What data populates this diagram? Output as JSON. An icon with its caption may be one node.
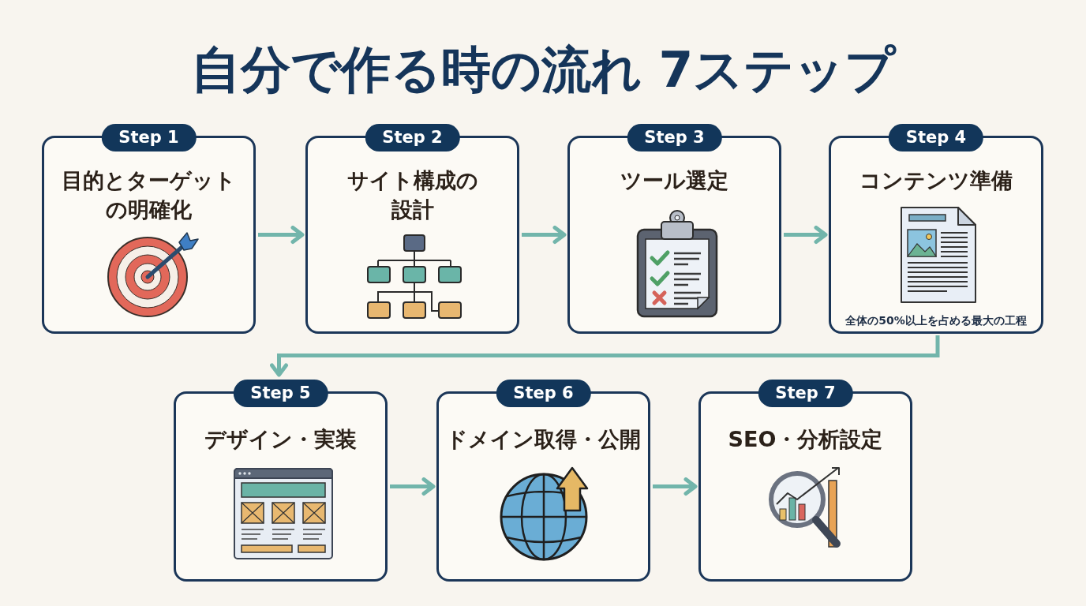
{
  "diagram": {
    "title": "自分で作る時の流れ 7ステップ",
    "nodes": [
      {
        "text": [
          "Step 1",
          "目的とターゲットの明確化"
        ]
      },
      {
        "text": [
          "Step 2",
          "サイト構成の設計"
        ]
      },
      {
        "text": [
          "Step 3",
          "ツール選定"
        ]
      },
      {
        "text": [
          "Step 4",
          "コンテンツ準備",
          "全体の50%以上を占める最大の工程"
        ]
      },
      {
        "text": [
          "Step 5",
          "デザイン・実装"
        ]
      },
      {
        "text": [
          "Step 6",
          "ドメイン取得・公開"
        ]
      },
      {
        "text": [
          "Step 7",
          "SEO・分析設定"
        ]
      }
    ],
    "edges": [
      {
        "from": 0,
        "to": 1,
        "arrow": "to"
      },
      {
        "from": 1,
        "to": 2,
        "arrow": "to"
      },
      {
        "from": 2,
        "to": 3,
        "arrow": "to"
      },
      {
        "from": 3,
        "to": 4,
        "arrow": "to"
      },
      {
        "from": 4,
        "to": 5,
        "arrow": "to"
      },
      {
        "from": 5,
        "to": 6,
        "arrow": "to"
      }
    ]
  }
}
